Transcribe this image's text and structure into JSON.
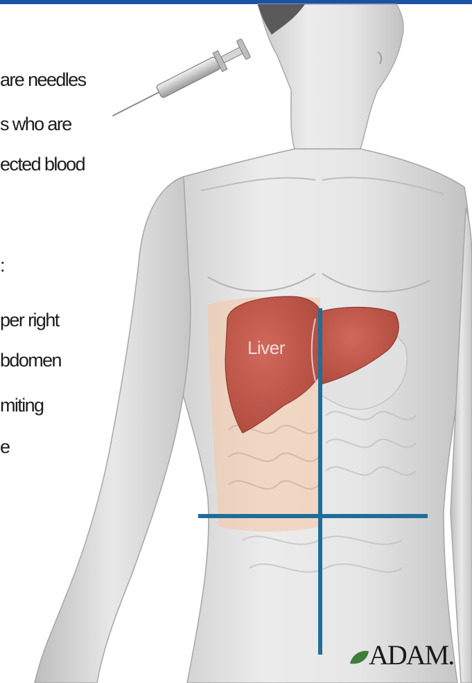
{
  "slide_text_lines": [
    "are needles",
    "s who are",
    "ected blood",
    ":",
    "per right",
    "bdomen",
    "miting",
    "e"
  ],
  "illustration": {
    "organ_label": "Liver",
    "logo_text": "ADAM.",
    "header_bar_color": "#1b52a1",
    "quadrant_line_color": "#1f6d99",
    "liver_color": "#c4584a"
  }
}
